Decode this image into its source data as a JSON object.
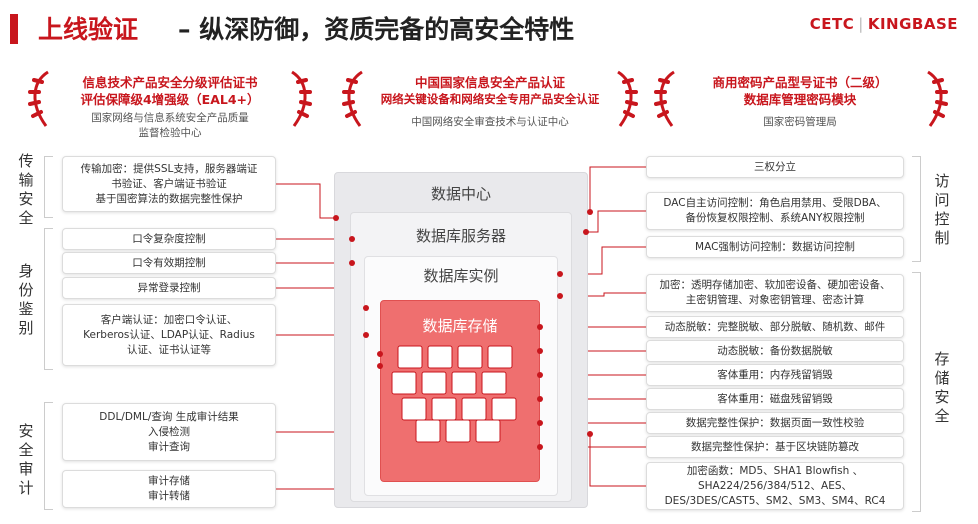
{
  "header": {
    "title_main": "上线验证",
    "title_sub": "– 纵深防御，资质完备的高安全特性",
    "logo_left": "CETC",
    "logo_sep": "|",
    "logo_right": "KINGBASE"
  },
  "certs": [
    {
      "title1": "信息技术产品安全分级评估证书",
      "title2": "评估保障级4增强级（EAL4+）",
      "issuer1": "国家网络与信息系统安全产品质量",
      "issuer2": "监督检验中心"
    },
    {
      "title1": "中国国家信息安全产品认证",
      "title2": "网络关键设备和网络安全专用产品安全认证",
      "issuer1": "中国网络安全审查技术与认证中心",
      "issuer2": ""
    },
    {
      "title1": "商用密码产品型号证书（二级）",
      "title2": "数据库管理密码模块",
      "issuer1": "国家密码管理局",
      "issuer2": ""
    }
  ],
  "left_categories": {
    "transport": "传输安全",
    "identity": "身份鉴别",
    "audit": "安全审计"
  },
  "right_categories": {
    "access": "访问控制",
    "storage": "存储安全"
  },
  "left_boxes": {
    "b1": [
      "传输加密：提供SSL支持，服务器端证",
      "书验证、客户端证书验证",
      "基于国密算法的数据完整性保护"
    ],
    "b2": [
      "口令复杂度控制"
    ],
    "b3": [
      "口令有效期控制"
    ],
    "b4": [
      "异常登录控制"
    ],
    "b5": [
      "客户端认证：加密口令认证、",
      "Kerberos认证、LDAP认证、Radius",
      "认证、证书认证等"
    ],
    "b6": [
      "DDL/DML/查询 生成审计结果",
      "入侵检测",
      "审计查询"
    ],
    "b7": [
      "审计存储",
      "审计转储"
    ]
  },
  "right_boxes": {
    "r1": [
      "三权分立"
    ],
    "r2": [
      "DAC自主访问控制：角色启用禁用、受限DBA、",
      "备份恢复权限控制、系统ANY权限控制"
    ],
    "r3": [
      "MAC强制访问控制：数据访问控制"
    ],
    "r4": [
      "加密：透明存储加密、软加密设备、硬加密设备、",
      "主密钥管理、对象密钥管理、密态计算"
    ],
    "r5": [
      "动态脱敏：完整脱敏、部分脱敏、随机数、邮件"
    ],
    "r6": [
      "动态脱敏：备份数据脱敏"
    ],
    "r7": [
      "客体重用：内存残留销毁"
    ],
    "r8": [
      "客体重用：磁盘残留销毁"
    ],
    "r9": [
      "数据完整性保护：数据页面一致性校验"
    ],
    "r10": [
      "数据完整性保护：基于区块链防篡改"
    ],
    "r11": [
      "加密函数：MD5、SHA1 Blowfish 、",
      "SHA224/256/384/512、AES、",
      "DES/3DES/CAST5、SM2、SM3、SM4、RC4"
    ]
  },
  "center": {
    "l1": "数据中心",
    "l2": "数据库服务器",
    "l3": "数据库实例",
    "l4": "数据库存储"
  },
  "colors": {
    "accent": "#c8161d"
  }
}
